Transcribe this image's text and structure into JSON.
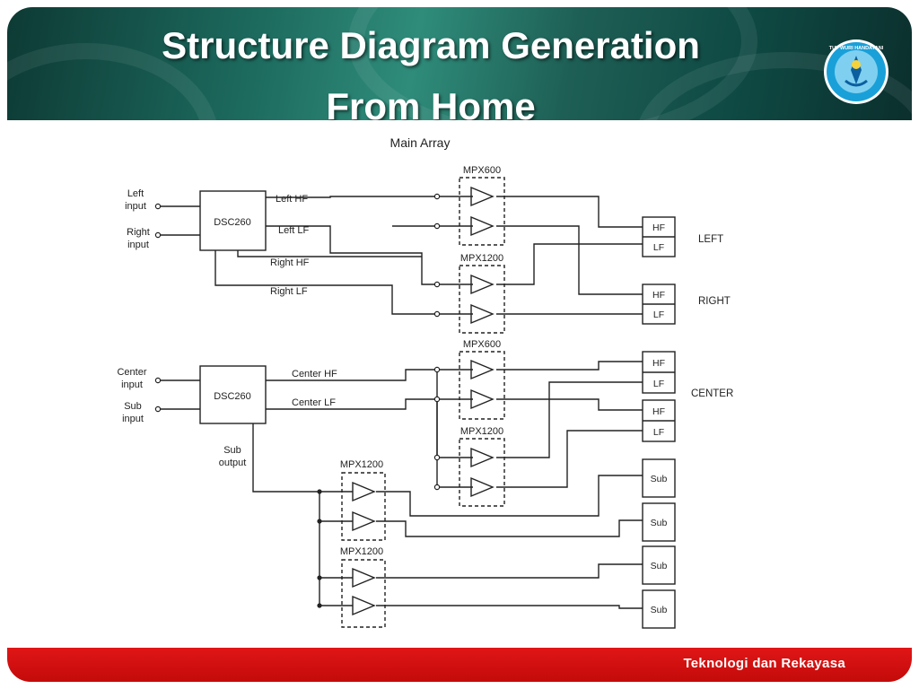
{
  "header": {
    "title_line1": "Structure Diagram Generation",
    "title_line2": "From Home",
    "logo_icon": "tut-wuri-handayani-logo-icon",
    "logo_text": "TUT WURI HANDAYANI"
  },
  "diagram": {
    "heading": "Main Array",
    "top": {
      "processor": "DSC260",
      "inputs": [
        "Left",
        "input",
        "Right",
        "input"
      ],
      "signals": [
        "Left HF",
        "Left LF",
        "Right HF",
        "Right LF"
      ],
      "amp1": "MPX600",
      "amp2": "MPX1200",
      "outputs": [
        "HF",
        "LF",
        "HF",
        "LF"
      ],
      "groups": [
        "LEFT",
        "RIGHT"
      ]
    },
    "bottom": {
      "processor": "DSC260",
      "inputs": [
        "Center",
        "input",
        "Sub",
        "input"
      ],
      "signals": [
        "Center HF",
        "Center LF"
      ],
      "sub_output": [
        "Sub",
        "output"
      ],
      "amp1": "MPX600",
      "amp2": "MPX1200",
      "amp3": "MPX1200",
      "amp4": "MPX1200",
      "outputs": [
        "HF",
        "LF",
        "HF",
        "LF"
      ],
      "group": "CENTER",
      "subs": [
        "Sub",
        "Sub",
        "Sub",
        "Sub"
      ]
    }
  },
  "footer": {
    "text": "Teknologi dan Rekayasa"
  }
}
